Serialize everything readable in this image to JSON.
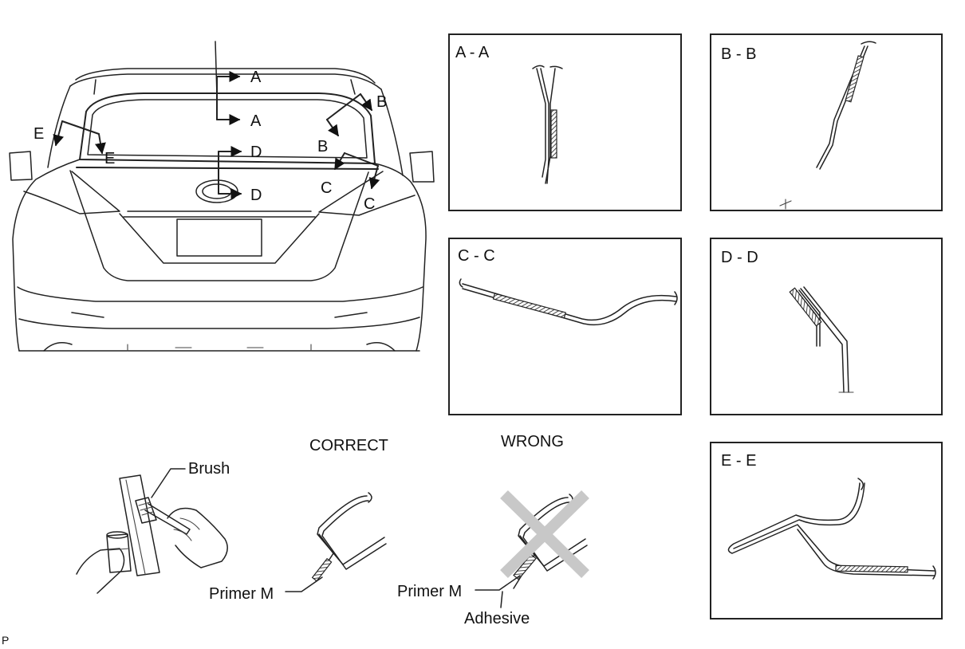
{
  "callouts": {
    "a1": "A",
    "a2": "A",
    "b1": "B",
    "b2": "B",
    "c1": "C",
    "c2": "C",
    "d1": "D",
    "d2": "D",
    "e1": "E",
    "e2": "E"
  },
  "panels": [
    {
      "id": "aa",
      "title": "A - A"
    },
    {
      "id": "bb",
      "title": "B - B"
    },
    {
      "id": "cc",
      "title": "C - C"
    },
    {
      "id": "dd",
      "title": "D - D"
    },
    {
      "id": "ee",
      "title": "E - E"
    }
  ],
  "labels": {
    "correct": "CORRECT",
    "wrong": "WRONG",
    "brush": "Brush",
    "primer_correct": "Primer M",
    "primer_wrong": "Primer M",
    "adhesive": "Adhesive",
    "corner_mark": "P"
  },
  "colors": {
    "line": "#222222",
    "cross": "#c8c8c8",
    "hatch": "#555555"
  }
}
